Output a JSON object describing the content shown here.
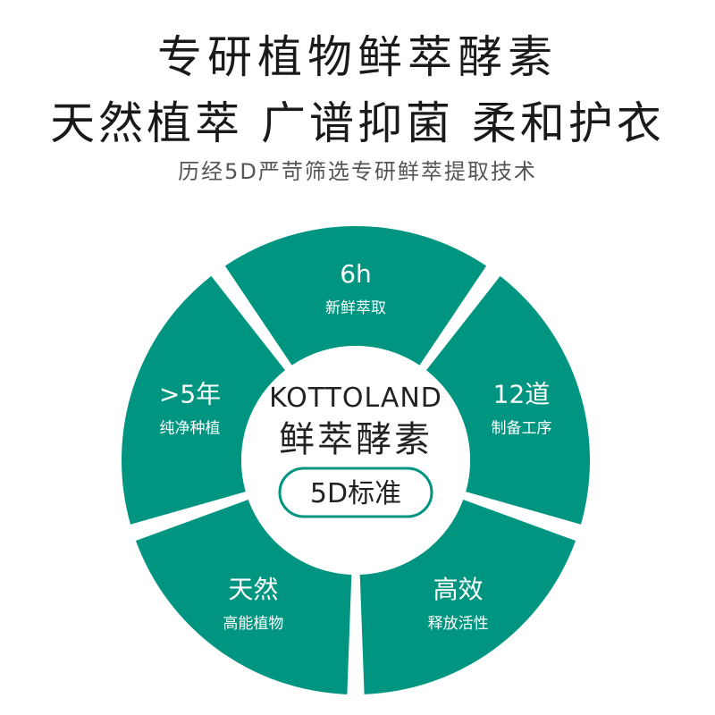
{
  "headline": {
    "line1": "专研植物鲜萃酵素",
    "line2": "天然植萃 广谱抑菌 柔和护衣",
    "subtitle": "历经5D严苛筛选专研鲜萃提取技术"
  },
  "center": {
    "brand": "KOTTOLAND",
    "product": "鲜萃酵素",
    "standard": "5D标准"
  },
  "colors": {
    "segment": "#009580",
    "pill_border": "#009580",
    "text_dark": "#222222"
  },
  "segments": [
    {
      "title": "6h",
      "caption": "新鲜萃取"
    },
    {
      "title": "12道",
      "caption": "制备工序"
    },
    {
      "title": "高效",
      "caption": "释放活性"
    },
    {
      "title": "天然",
      "caption": "高能植物"
    },
    {
      "title": ">5年",
      "caption": "纯净种植"
    }
  ]
}
